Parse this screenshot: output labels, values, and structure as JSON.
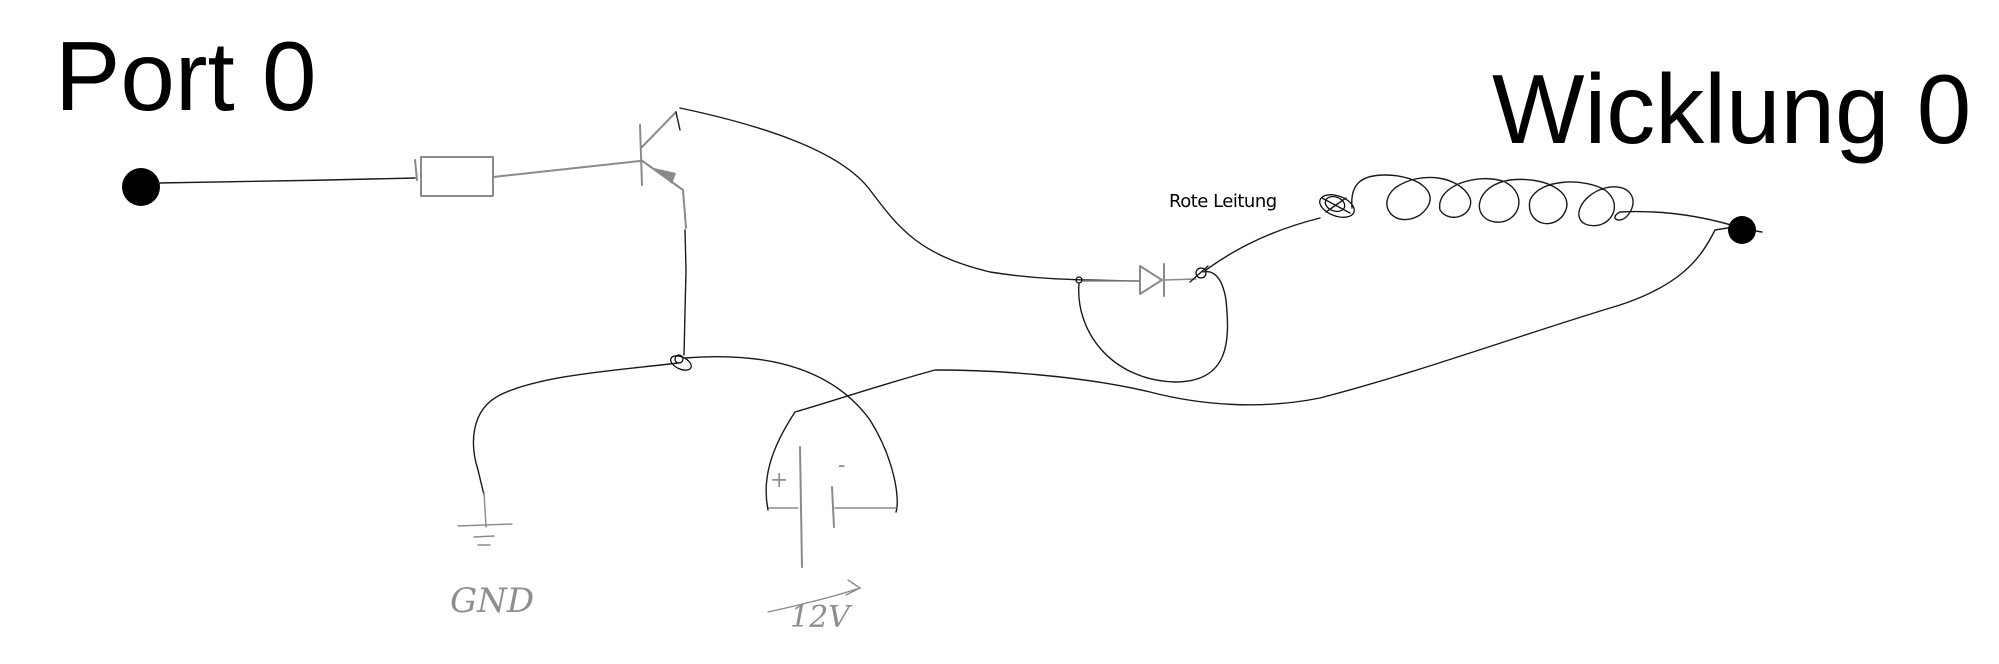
{
  "labels": {
    "port": "Port 0",
    "winding": "Wicklung 0",
    "red_wire": "Rote Leitung",
    "ground": "GND",
    "supply_voltage": "12V",
    "battery_plus": "+",
    "battery_minus": "-"
  },
  "colors": {
    "ink": "#000000",
    "wire": "#1a1a1a",
    "pencil": "#8a8a8a",
    "background": "#ffffff"
  }
}
